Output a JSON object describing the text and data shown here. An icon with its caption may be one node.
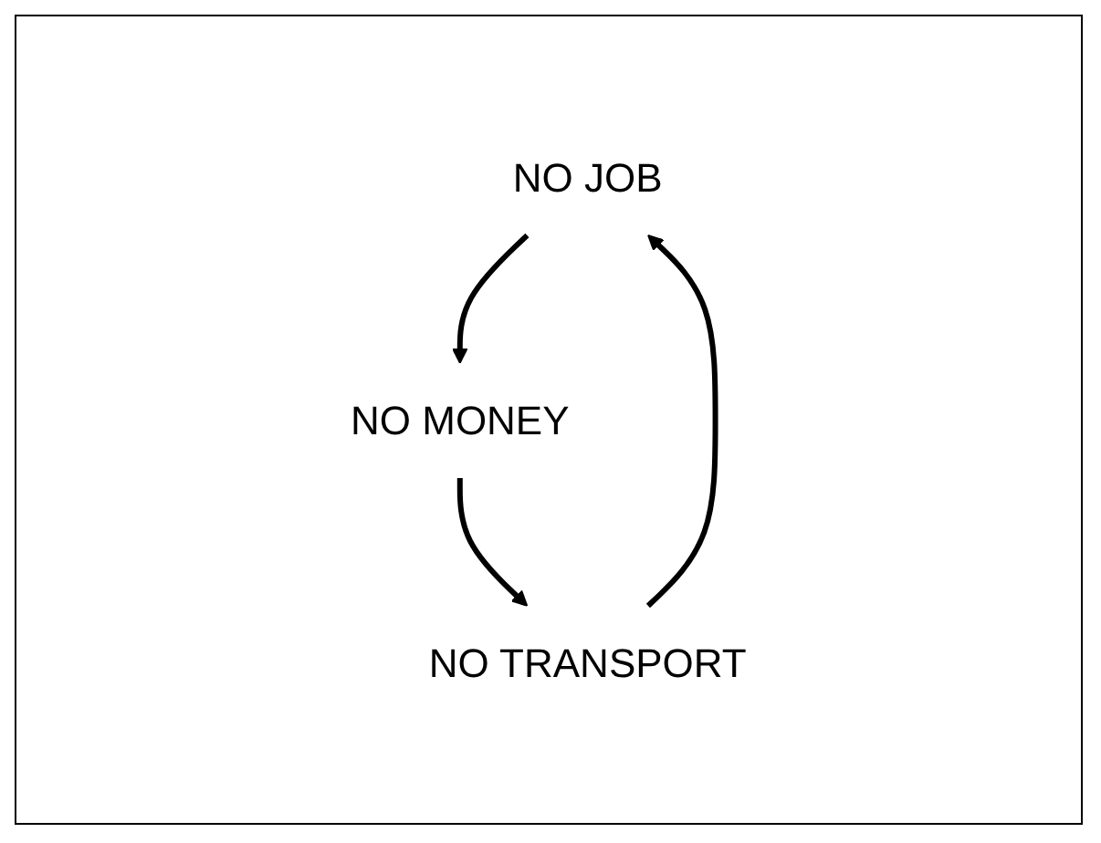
{
  "diagram": {
    "nodes": [
      {
        "text": [
          "NO JOB"
        ]
      },
      {
        "text": [
          "NO MONEY"
        ]
      },
      {
        "text": [
          "NO TRANSPORT"
        ]
      }
    ],
    "edges": [
      {
        "from": 0,
        "to": 1,
        "arrow": "to"
      },
      {
        "from": 1,
        "to": 2,
        "arrow": "to"
      },
      {
        "from": 2,
        "to": 0,
        "arrow": "to"
      }
    ]
  }
}
